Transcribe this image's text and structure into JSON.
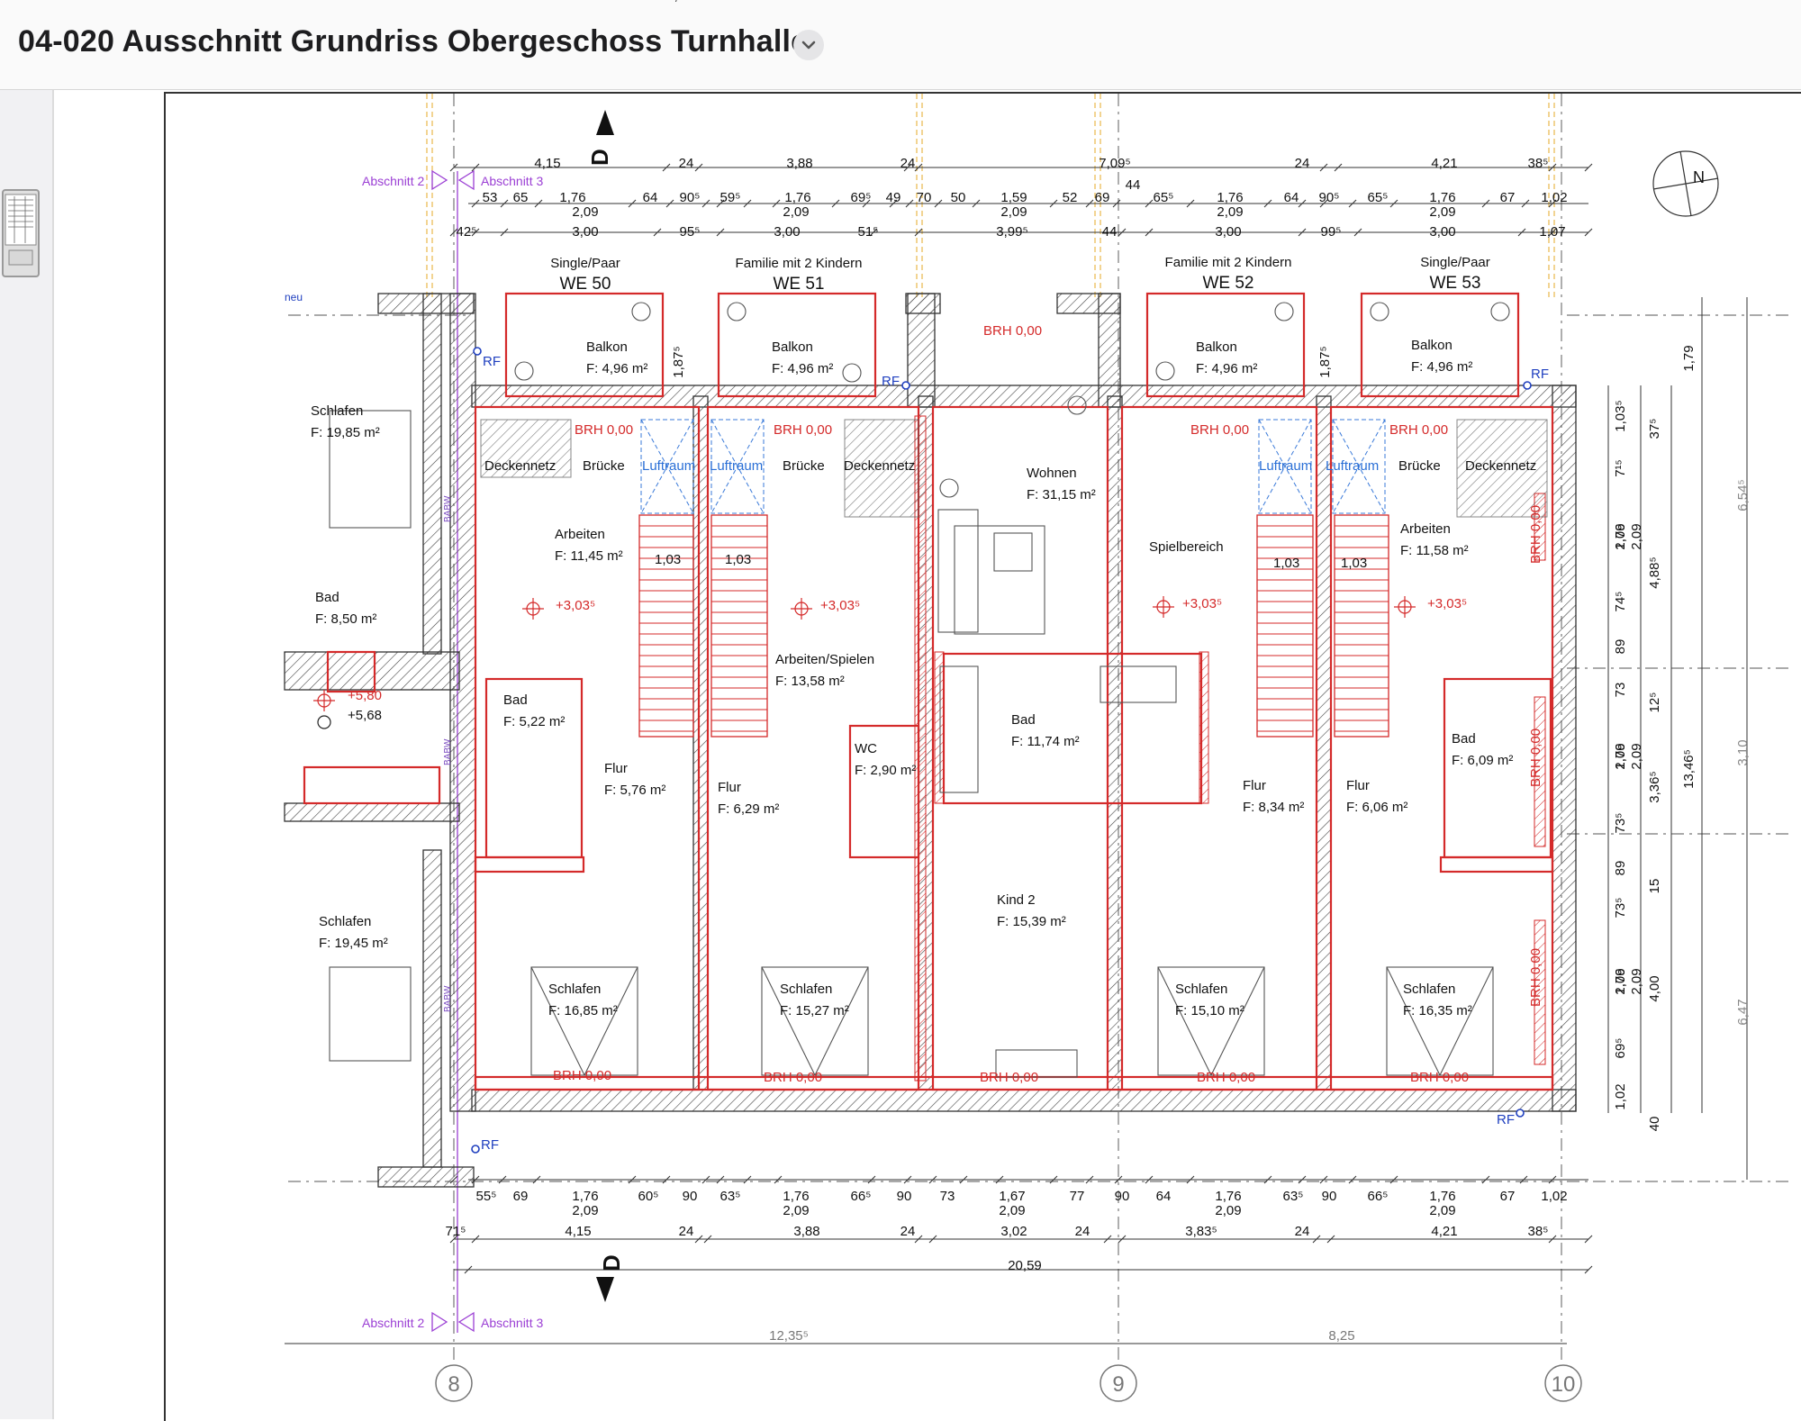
{
  "window": {
    "title": "04-020 Ausschnitt Grundriss Obergeschoss Turnhalle",
    "chevron_icon": "chevron-down-icon"
  },
  "sidebar": {
    "thumbnail_icon": "page-thumbnail-icon"
  },
  "plan": {
    "units": [
      {
        "type": "Single/Paar",
        "name": "WE 50"
      },
      {
        "type": "Familie mit 2 Kindern",
        "name": "WE 51"
      },
      {
        "type": "Familie mit 2 Kindern",
        "name": "WE 52"
      },
      {
        "type": "Single/Paar",
        "name": "WE 53"
      }
    ],
    "rooms": [
      {
        "name": "Balkon",
        "area": "F: 4,96 m²"
      },
      {
        "name": "Balkon",
        "area": "F: 4,96 m²"
      },
      {
        "name": "Balkon",
        "area": "F: 4,96 m²"
      },
      {
        "name": "Balkon",
        "area": "F: 4,96 m²"
      },
      {
        "name": "Wohnen",
        "area": "F: 31,15 m²"
      },
      {
        "name": "Schlafen",
        "area": "F: 19,85 m²"
      },
      {
        "name": "Bad",
        "area": "F: 8,50 m²"
      },
      {
        "name": "Schlafen",
        "area": "F: 19,45 m²"
      },
      {
        "name": "Arbeiten",
        "area": "F: 11,45 m²"
      },
      {
        "name": "Arbeiten/Spielen",
        "area": "F: 13,58 m²"
      },
      {
        "name": "Spielbereich",
        "area": ""
      },
      {
        "name": "Arbeiten",
        "area": "F: 11,58 m²"
      },
      {
        "name": "Bad",
        "area": "F: 5,22 m²"
      },
      {
        "name": "Flur",
        "area": "F: 5,76 m²"
      },
      {
        "name": "Flur",
        "area": "F: 6,29 m²"
      },
      {
        "name": "WC",
        "area": "F: 2,90 m²"
      },
      {
        "name": "Bad",
        "area": "F: 11,74 m²"
      },
      {
        "name": "Flur",
        "area": "F: 8,34 m²"
      },
      {
        "name": "Flur",
        "area": "F: 6,06 m²"
      },
      {
        "name": "Bad",
        "area": "F: 6,09 m²"
      },
      {
        "name": "Kind 2",
        "area": "F: 15,39 m²"
      },
      {
        "name": "Schlafen",
        "area": "F: 16,85 m²"
      },
      {
        "name": "Schlafen",
        "area": "F: 15,27 m²"
      },
      {
        "name": "Schlafen",
        "area": "F: 15,10 m²"
      },
      {
        "name": "Schlafen",
        "area": "F: 16,35 m²"
      }
    ],
    "labels": {
      "deckennetz": "Deckennetz",
      "bruecke": "Brücke",
      "luftraum": "Luftraum",
      "brh": "BRH 0,00",
      "level": "+3,03⁵",
      "rf": "RF",
      "abschnitt2": "Abschnitt 2",
      "abschnitt3": "Abschnitt 3",
      "section_d": "D",
      "level_580": "+5,80",
      "level_568": "+5,68",
      "stair_width": "1,03",
      "babw": "BABW",
      "neu": "neu"
    },
    "dims_top_1": [
      "4,15",
      "24",
      "3,88",
      "24",
      "7,09⁵",
      "24",
      "4,21",
      "38⁵"
    ],
    "dims_top_2": [
      "53",
      "65",
      "1,76",
      "64",
      "90⁵",
      "59⁵",
      "1,76",
      "69⁵",
      "49",
      "70",
      "50",
      "1,59",
      "52",
      "69",
      "65⁵",
      "1,76",
      "64",
      "90⁵",
      "65⁵",
      "1,76",
      "67",
      "1,02"
    ],
    "dims_top_3": [
      "2,09",
      "2,09",
      "2,09",
      "2,09",
      "2,09"
    ],
    "dims_top_4": [
      "42⁵",
      "3,00",
      "95⁵",
      "3,00",
      "51⁵",
      "3,99⁵",
      "44",
      "3,00",
      "99⁵",
      "3,00",
      "1,07"
    ],
    "dim_44": "44",
    "dims_bottom_1": [
      "55⁵",
      "69",
      "1,76",
      "60⁵",
      "90",
      "63⁵",
      "1,76",
      "66⁵",
      "90",
      "73",
      "1,67",
      "77",
      "90",
      "64",
      "1,76",
      "63⁵",
      "90",
      "66⁵",
      "1,76",
      "67",
      "1,02"
    ],
    "dims_bottom_2": [
      "2,09",
      "2,09",
      "2,09",
      "2,09",
      "2,09"
    ],
    "dims_bottom_3": [
      "71⁵",
      "4,15",
      "24",
      "3,88",
      "24",
      "3,02",
      "24",
      "3,83⁵",
      "24",
      "4,21",
      "38⁵"
    ],
    "dim_total": "20,59",
    "grid_spans": [
      "12,35⁵",
      "8,25"
    ],
    "grid_axes": [
      "8",
      "9",
      "10"
    ],
    "dims_right_1": [
      "1,03⁵",
      "7¹⁵",
      "1,76",
      "2,09",
      "74⁵",
      "89",
      "73",
      "1,76",
      "2,09",
      "73⁵",
      "89",
      "73⁵",
      "1,76",
      "2,09",
      "69⁵",
      "1,02"
    ],
    "dims_right_2": [
      "1,87⁵",
      "1,87⁵"
    ],
    "dims_right_3": [
      "37⁵",
      "4,88⁵",
      "12⁵",
      "3,36⁵",
      "15",
      "4,00",
      "40"
    ],
    "dims_right_4": [
      "1,79",
      "13,46⁵"
    ],
    "dims_right_grey": [
      "6,54⁵",
      "3,10",
      "6,47"
    ],
    "compass_label": "N"
  }
}
